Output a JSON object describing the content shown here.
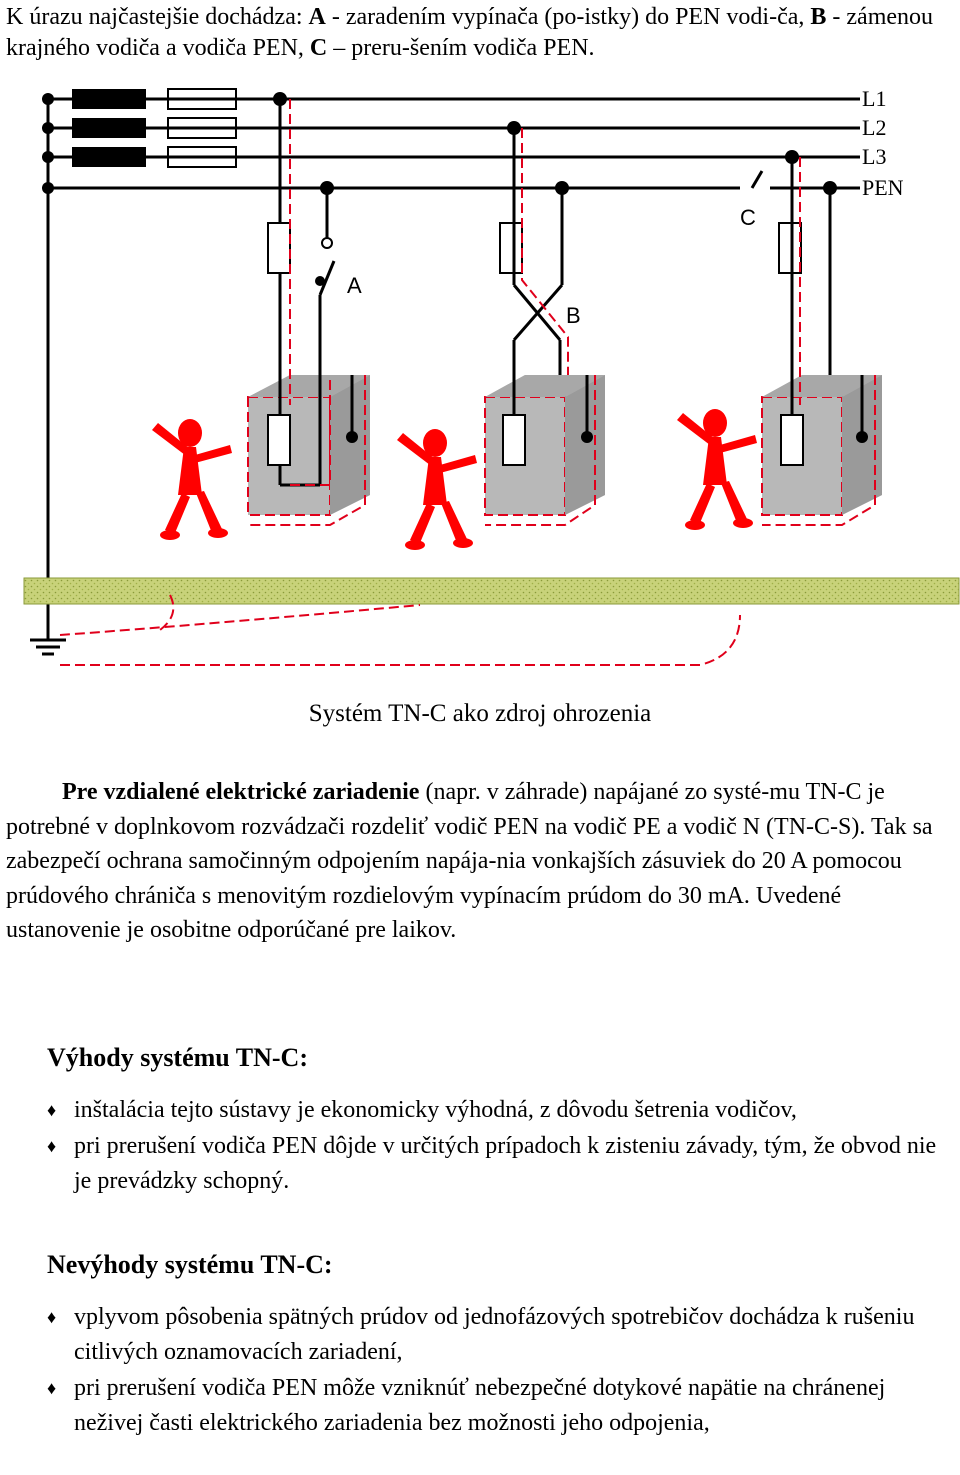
{
  "intro": {
    "part1": "K úrazu najčastejšie dochádza: ",
    "label_a": "A",
    "part2": " - zaradením vypínača (po-istky) do PEN vodi-ča, ",
    "label_b": "B",
    "part3": " - zámenou krajného vodiča a vodiča PEN, ",
    "label_c": "C",
    "part4": " – preru-šením vodiča PEN."
  },
  "diagram": {
    "lines": [
      "L1",
      "L2",
      "L3",
      "PEN"
    ],
    "markers": {
      "a": "A",
      "b": "B",
      "c": "C"
    },
    "colors": {
      "fault_path": "#e0001b",
      "person": "#ff0000",
      "ground": "#c8d27a",
      "box": "#bdbdbd"
    }
  },
  "caption": "Systém TN-C ako zdroj ohrozenia",
  "paragraph": {
    "bold_part": "Pre vzdialené elektrické zariadenie",
    "text": " (napr. v záhrade) napájané zo systé-mu TN-C je potrebné v doplnkovom rozvádzači rozdeliť vodič PEN na vodič PE a vodič N (TN-C-S). Tak sa zabezpečí ochrana samočinným odpojením napája-nia vonkajších zásuviek do 20 A pomocou prúdového chrániča s menovitým rozdielovým vypínacím prúdom do 30 mA. Uvedené ustanovenie je osobitne odporúčané pre laikov."
  },
  "advantages": {
    "heading": "Výhody systému TN-C:",
    "items": [
      "inštalácia tejto sústavy je ekonomicky výhodná, z dôvodu šetrenia vodičov,",
      "pri prerušení vodiča PEN dôjde v určitých prípadoch k zisteniu závady, tým, že obvod nie je prevádzky schopný."
    ]
  },
  "disadvantages": {
    "heading": "Nevýhody systému TN-C:",
    "items": [
      "vplyvom pôsobenia spätných prúdov od jednofázových spotrebičov dochádza k rušeniu citlivých oznamovacích zariadení,",
      "pri prerušení vodiča PEN môže vzniknúť nebezpečné dotykové napätie na chránenej neživej časti elektrického zariadenia bez možnosti jeho odpojenia,"
    ]
  },
  "bullet_glyph": "♦"
}
